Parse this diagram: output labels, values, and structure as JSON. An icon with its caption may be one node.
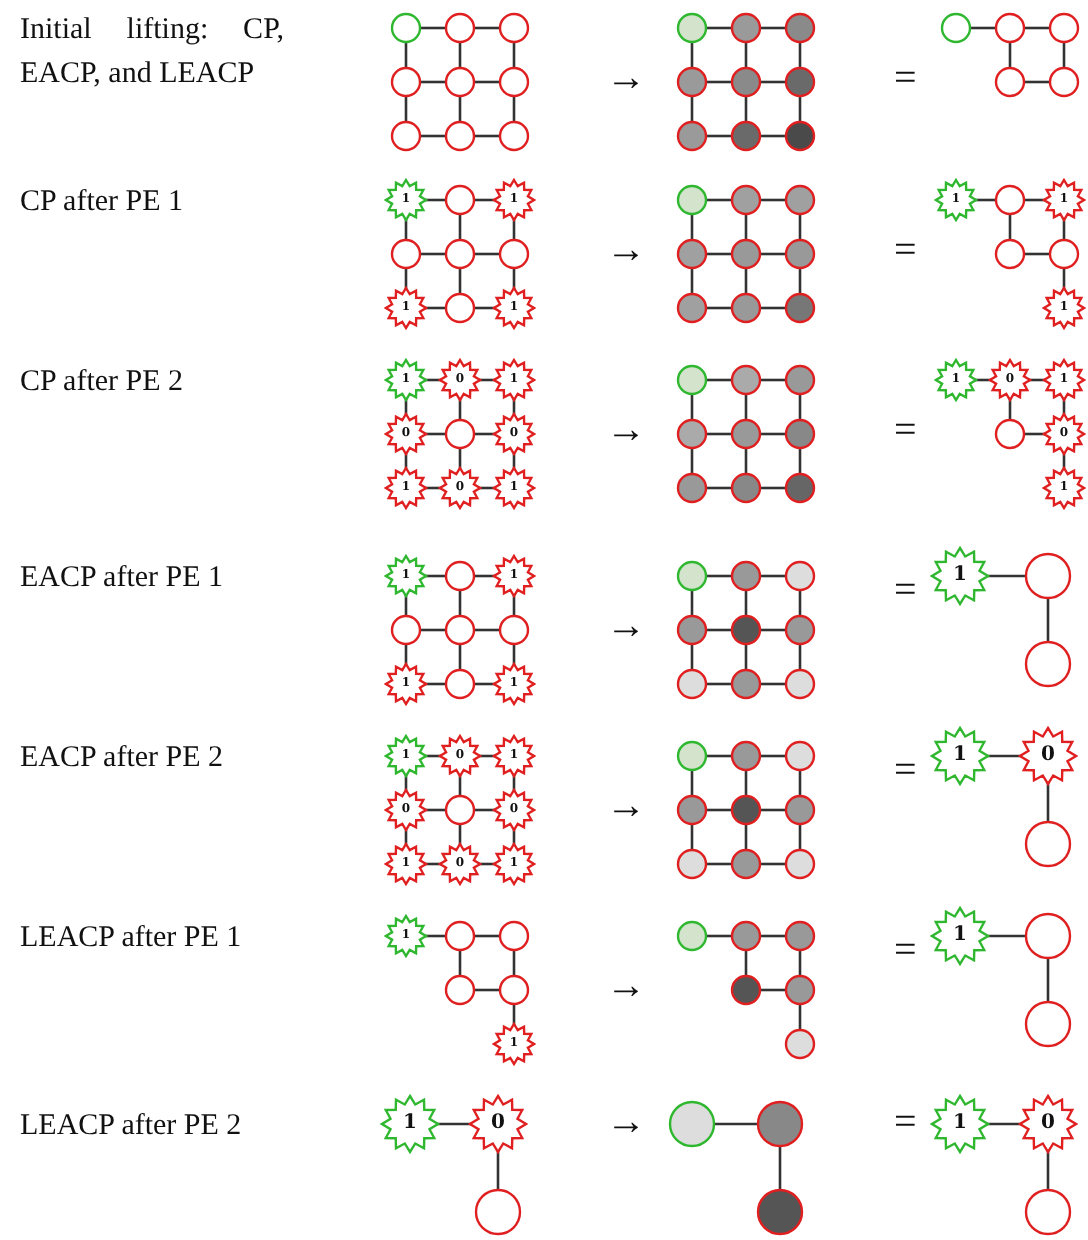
{
  "diagram": {
    "nodes": [
      {
        "text": [],
        "shape": "circle"
      },
      {
        "text": [],
        "shape": "circle"
      },
      {
        "text": [],
        "shape": "circle"
      },
      {
        "text": [],
        "shape": "circle"
      },
      {
        "text": [],
        "shape": "circle"
      },
      {
        "text": [],
        "shape": "circle"
      },
      {
        "text": [],
        "shape": "circle"
      },
      {
        "text": [],
        "shape": "circle"
      },
      {
        "text": [],
        "shape": "circle"
      },
      {
        "text": [],
        "shape": "circle"
      },
      {
        "text": [],
        "shape": "circle"
      },
      {
        "text": [],
        "shape": "circle"
      },
      {
        "text": [],
        "shape": "circle"
      },
      {
        "text": [],
        "shape": "circle"
      },
      {
        "text": [],
        "shape": "circle"
      },
      {
        "text": [],
        "shape": "circle"
      },
      {
        "text": [],
        "shape": "circle"
      },
      {
        "text": [],
        "shape": "circle"
      },
      {
        "text": [],
        "shape": "circle"
      },
      {
        "text": [],
        "shape": "circle"
      },
      {
        "text": [],
        "shape": "circle"
      },
      {
        "text": [],
        "shape": "circle"
      },
      {
        "text": [],
        "shape": "circle"
      },
      {
        "text": [
          "1"
        ]
      },
      {
        "text": [],
        "shape": "circle"
      },
      {
        "text": [
          "1"
        ]
      },
      {
        "text": [],
        "shape": "circle"
      },
      {
        "text": [],
        "shape": "circle"
      },
      {
        "text": [],
        "shape": "circle"
      },
      {
        "text": [
          "1"
        ]
      },
      {
        "text": [],
        "shape": "circle"
      },
      {
        "text": [
          "1"
        ]
      },
      {
        "text": [],
        "shape": "circle"
      },
      {
        "text": [],
        "shape": "circle"
      },
      {
        "text": [],
        "shape": "circle"
      },
      {
        "text": [],
        "shape": "circle"
      },
      {
        "text": [],
        "shape": "circle"
      },
      {
        "text": [],
        "shape": "circle"
      },
      {
        "text": [],
        "shape": "circle"
      },
      {
        "text": [],
        "shape": "circle"
      },
      {
        "text": [],
        "shape": "circle"
      },
      {
        "text": [
          "1"
        ]
      },
      {
        "text": [],
        "shape": "circle"
      },
      {
        "text": [
          "1"
        ]
      },
      {
        "text": [],
        "shape": "circle"
      },
      {
        "text": [],
        "shape": "circle"
      },
      {
        "text": [
          "1"
        ]
      },
      {
        "text": [
          "1"
        ]
      },
      {
        "text": [
          "0"
        ]
      },
      {
        "text": [
          "1"
        ]
      },
      {
        "text": [
          "0"
        ]
      },
      {
        "text": [],
        "shape": "circle"
      },
      {
        "text": [
          "0"
        ]
      },
      {
        "text": [
          "1"
        ]
      },
      {
        "text": [
          "0"
        ]
      },
      {
        "text": [
          "1"
        ]
      },
      {
        "text": [],
        "shape": "circle"
      },
      {
        "text": [],
        "shape": "circle"
      },
      {
        "text": [],
        "shape": "circle"
      },
      {
        "text": [],
        "shape": "circle"
      },
      {
        "text": [],
        "shape": "circle"
      },
      {
        "text": [],
        "shape": "circle"
      },
      {
        "text": [],
        "shape": "circle"
      },
      {
        "text": [],
        "shape": "circle"
      },
      {
        "text": [],
        "shape": "circle"
      },
      {
        "text": [
          "1"
        ]
      },
      {
        "text": [
          "0"
        ]
      },
      {
        "text": [
          "1"
        ]
      },
      {
        "text": [],
        "shape": "circle"
      },
      {
        "text": [
          "0"
        ]
      },
      {
        "text": [
          "1"
        ]
      },
      {
        "text": [
          "1"
        ]
      },
      {
        "text": [],
        "shape": "circle"
      },
      {
        "text": [
          "1"
        ]
      },
      {
        "text": [],
        "shape": "circle"
      },
      {
        "text": [],
        "shape": "circle"
      },
      {
        "text": [],
        "shape": "circle"
      },
      {
        "text": [
          "1"
        ]
      },
      {
        "text": [],
        "shape": "circle"
      },
      {
        "text": [
          "1"
        ]
      },
      {
        "text": [],
        "shape": "circle"
      },
      {
        "text": [],
        "shape": "circle"
      },
      {
        "text": [],
        "shape": "circle"
      },
      {
        "text": [],
        "shape": "circle"
      },
      {
        "text": [],
        "shape": "circle"
      },
      {
        "text": [],
        "shape": "circle"
      },
      {
        "text": [],
        "shape": "circle"
      },
      {
        "text": [],
        "shape": "circle"
      },
      {
        "text": [],
        "shape": "circle"
      },
      {
        "text": [
          "1"
        ]
      },
      {
        "text": [],
        "shape": "circle"
      },
      {
        "text": [],
        "shape": "circle"
      },
      {
        "text": [
          "1"
        ]
      },
      {
        "text": [
          "0"
        ]
      },
      {
        "text": [
          "1"
        ]
      },
      {
        "text": [
          "0"
        ]
      },
      {
        "text": [],
        "shape": "circle"
      },
      {
        "text": [
          "0"
        ]
      },
      {
        "text": [
          "1"
        ]
      },
      {
        "text": [
          "0"
        ]
      },
      {
        "text": [
          "1"
        ]
      },
      {
        "text": [],
        "shape": "circle"
      },
      {
        "text": [],
        "shape": "circle"
      },
      {
        "text": [],
        "shape": "circle"
      },
      {
        "text": [],
        "shape": "circle"
      },
      {
        "text": [],
        "shape": "circle"
      },
      {
        "text": [],
        "shape": "circle"
      },
      {
        "text": [],
        "shape": "circle"
      },
      {
        "text": [],
        "shape": "circle"
      },
      {
        "text": [],
        "shape": "circle"
      },
      {
        "text": [
          "1"
        ]
      },
      {
        "text": [
          "0"
        ]
      },
      {
        "text": [],
        "shape": "circle"
      },
      {
        "text": [
          "1"
        ]
      },
      {
        "text": [],
        "shape": "circle"
      },
      {
        "text": [],
        "shape": "circle"
      },
      {
        "text": [],
        "shape": "circle"
      },
      {
        "text": [],
        "shape": "circle"
      },
      {
        "text": [
          "1"
        ]
      },
      {
        "text": [],
        "shape": "circle"
      },
      {
        "text": [],
        "shape": "circle"
      },
      {
        "text": [],
        "shape": "circle"
      },
      {
        "text": [],
        "shape": "circle"
      },
      {
        "text": [],
        "shape": "circle"
      },
      {
        "text": [],
        "shape": "circle"
      },
      {
        "text": [
          "1"
        ]
      },
      {
        "text": [],
        "shape": "circle"
      },
      {
        "text": [],
        "shape": "circle"
      },
      {
        "text": [
          "1"
        ]
      },
      {
        "text": [
          "0"
        ]
      },
      {
        "text": [],
        "shape": "circle"
      },
      {
        "text": [],
        "shape": "circle"
      },
      {
        "text": [],
        "shape": "circle"
      },
      {
        "text": [],
        "shape": "circle"
      },
      {
        "text": [
          "1"
        ]
      },
      {
        "text": [
          "0"
        ]
      },
      {
        "text": [],
        "shape": "circle"
      }
    ],
    "edges": [
      {
        "from": 0,
        "to": 1,
        "arrow": "none"
      },
      {
        "from": 1,
        "to": 2,
        "arrow": "none"
      },
      {
        "from": 3,
        "to": 4,
        "arrow": "none"
      },
      {
        "from": 4,
        "to": 5,
        "arrow": "none"
      },
      {
        "from": 6,
        "to": 7,
        "arrow": "none"
      },
      {
        "from": 7,
        "to": 8,
        "arrow": "none"
      },
      {
        "from": 0,
        "to": 3,
        "arrow": "none"
      },
      {
        "from": 1,
        "to": 4,
        "arrow": "none"
      },
      {
        "from": 2,
        "to": 5,
        "arrow": "none"
      },
      {
        "from": 3,
        "to": 6,
        "arrow": "none"
      },
      {
        "from": 4,
        "to": 7,
        "arrow": "none"
      },
      {
        "from": 5,
        "to": 8,
        "arrow": "none"
      },
      {
        "from": 9,
        "to": 10,
        "arrow": "none"
      },
      {
        "from": 10,
        "to": 11,
        "arrow": "none"
      },
      {
        "from": 12,
        "to": 13,
        "arrow": "none"
      },
      {
        "from": 13,
        "to": 14,
        "arrow": "none"
      },
      {
        "from": 15,
        "to": 16,
        "arrow": "none"
      },
      {
        "from": 16,
        "to": 17,
        "arrow": "none"
      },
      {
        "from": 9,
        "to": 12,
        "arrow": "none"
      },
      {
        "from": 10,
        "to": 13,
        "arrow": "none"
      },
      {
        "from": 11,
        "to": 14,
        "arrow": "none"
      },
      {
        "from": 12,
        "to": 15,
        "arrow": "none"
      },
      {
        "from": 13,
        "to": 16,
        "arrow": "none"
      },
      {
        "from": 14,
        "to": 17,
        "arrow": "none"
      },
      {
        "from": 18,
        "to": 19,
        "arrow": "none"
      },
      {
        "from": 19,
        "to": 20,
        "arrow": "none"
      },
      {
        "from": 19,
        "to": 21,
        "arrow": "none"
      },
      {
        "from": 20,
        "to": 22,
        "arrow": "none"
      },
      {
        "from": 21,
        "to": 22,
        "arrow": "none"
      },
      {
        "from": 23,
        "to": 24,
        "arrow": "none"
      },
      {
        "from": 24,
        "to": 25,
        "arrow": "none"
      },
      {
        "from": 26,
        "to": 27,
        "arrow": "none"
      },
      {
        "from": 27,
        "to": 28,
        "arrow": "none"
      },
      {
        "from": 29,
        "to": 30,
        "arrow": "none"
      },
      {
        "from": 30,
        "to": 31,
        "arrow": "none"
      },
      {
        "from": 23,
        "to": 26,
        "arrow": "none"
      },
      {
        "from": 24,
        "to": 27,
        "arrow": "none"
      },
      {
        "from": 25,
        "to": 28,
        "arrow": "none"
      },
      {
        "from": 26,
        "to": 29,
        "arrow": "none"
      },
      {
        "from": 27,
        "to": 30,
        "arrow": "none"
      },
      {
        "from": 28,
        "to": 31,
        "arrow": "none"
      },
      {
        "from": 32,
        "to": 33,
        "arrow": "none"
      },
      {
        "from": 33,
        "to": 34,
        "arrow": "none"
      },
      {
        "from": 35,
        "to": 36,
        "arrow": "none"
      },
      {
        "from": 36,
        "to": 37,
        "arrow": "none"
      },
      {
        "from": 38,
        "to": 39,
        "arrow": "none"
      },
      {
        "from": 39,
        "to": 40,
        "arrow": "none"
      },
      {
        "from": 32,
        "to": 35,
        "arrow": "none"
      },
      {
        "from": 33,
        "to": 36,
        "arrow": "none"
      },
      {
        "from": 34,
        "to": 37,
        "arrow": "none"
      },
      {
        "from": 35,
        "to": 38,
        "arrow": "none"
      },
      {
        "from": 36,
        "to": 39,
        "arrow": "none"
      },
      {
        "from": 37,
        "to": 40,
        "arrow": "none"
      },
      {
        "from": 41,
        "to": 42,
        "arrow": "none"
      },
      {
        "from": 42,
        "to": 43,
        "arrow": "none"
      },
      {
        "from": 42,
        "to": 44,
        "arrow": "none"
      },
      {
        "from": 43,
        "to": 45,
        "arrow": "none"
      },
      {
        "from": 44,
        "to": 45,
        "arrow": "none"
      },
      {
        "from": 45,
        "to": 46,
        "arrow": "none"
      },
      {
        "from": 47,
        "to": 48,
        "arrow": "none"
      },
      {
        "from": 48,
        "to": 49,
        "arrow": "none"
      },
      {
        "from": 50,
        "to": 51,
        "arrow": "none"
      },
      {
        "from": 51,
        "to": 52,
        "arrow": "none"
      },
      {
        "from": 53,
        "to": 54,
        "arrow": "none"
      },
      {
        "from": 54,
        "to": 55,
        "arrow": "none"
      },
      {
        "from": 47,
        "to": 50,
        "arrow": "none"
      },
      {
        "from": 48,
        "to": 51,
        "arrow": "none"
      },
      {
        "from": 49,
        "to": 52,
        "arrow": "none"
      },
      {
        "from": 50,
        "to": 53,
        "arrow": "none"
      },
      {
        "from": 51,
        "to": 54,
        "arrow": "none"
      },
      {
        "from": 52,
        "to": 55,
        "arrow": "none"
      },
      {
        "from": 56,
        "to": 57,
        "arrow": "none"
      },
      {
        "from": 57,
        "to": 58,
        "arrow": "none"
      },
      {
        "from": 59,
        "to": 60,
        "arrow": "none"
      },
      {
        "from": 60,
        "to": 61,
        "arrow": "none"
      },
      {
        "from": 62,
        "to": 63,
        "arrow": "none"
      },
      {
        "from": 63,
        "to": 64,
        "arrow": "none"
      },
      {
        "from": 56,
        "to": 59,
        "arrow": "none"
      },
      {
        "from": 57,
        "to": 60,
        "arrow": "none"
      },
      {
        "from": 58,
        "to": 61,
        "arrow": "none"
      },
      {
        "from": 59,
        "to": 62,
        "arrow": "none"
      },
      {
        "from": 60,
        "to": 63,
        "arrow": "none"
      },
      {
        "from": 61,
        "to": 64,
        "arrow": "none"
      },
      {
        "from": 65,
        "to": 66,
        "arrow": "none"
      },
      {
        "from": 66,
        "to": 67,
        "arrow": "none"
      },
      {
        "from": 66,
        "to": 68,
        "arrow": "none"
      },
      {
        "from": 67,
        "to": 69,
        "arrow": "none"
      },
      {
        "from": 68,
        "to": 69,
        "arrow": "none"
      },
      {
        "from": 69,
        "to": 70,
        "arrow": "none"
      },
      {
        "from": 71,
        "to": 72,
        "arrow": "none"
      },
      {
        "from": 72,
        "to": 73,
        "arrow": "none"
      },
      {
        "from": 74,
        "to": 75,
        "arrow": "none"
      },
      {
        "from": 75,
        "to": 76,
        "arrow": "none"
      },
      {
        "from": 77,
        "to": 78,
        "arrow": "none"
      },
      {
        "from": 78,
        "to": 79,
        "arrow": "none"
      },
      {
        "from": 71,
        "to": 74,
        "arrow": "none"
      },
      {
        "from": 72,
        "to": 75,
        "arrow": "none"
      },
      {
        "from": 73,
        "to": 76,
        "arrow": "none"
      },
      {
        "from": 74,
        "to": 77,
        "arrow": "none"
      },
      {
        "from": 75,
        "to": 78,
        "arrow": "none"
      },
      {
        "from": 76,
        "to": 79,
        "arrow": "none"
      },
      {
        "from": 80,
        "to": 81,
        "arrow": "none"
      },
      {
        "from": 81,
        "to": 82,
        "arrow": "none"
      },
      {
        "from": 83,
        "to": 84,
        "arrow": "none"
      },
      {
        "from": 84,
        "to": 85,
        "arrow": "none"
      },
      {
        "from": 86,
        "to": 87,
        "arrow": "none"
      },
      {
        "from": 87,
        "to": 88,
        "arrow": "none"
      },
      {
        "from": 80,
        "to": 83,
        "arrow": "none"
      },
      {
        "from": 81,
        "to": 84,
        "arrow": "none"
      },
      {
        "from": 82,
        "to": 85,
        "arrow": "none"
      },
      {
        "from": 83,
        "to": 86,
        "arrow": "none"
      },
      {
        "from": 84,
        "to": 87,
        "arrow": "none"
      },
      {
        "from": 85,
        "to": 88,
        "arrow": "none"
      },
      {
        "from": 89,
        "to": 90,
        "arrow": "none"
      },
      {
        "from": 90,
        "to": 91,
        "arrow": "none"
      },
      {
        "from": 92,
        "to": 93,
        "arrow": "none"
      },
      {
        "from": 93,
        "to": 94,
        "arrow": "none"
      },
      {
        "from": 95,
        "to": 96,
        "arrow": "none"
      },
      {
        "from": 96,
        "to": 97,
        "arrow": "none"
      },
      {
        "from": 98,
        "to": 99,
        "arrow": "none"
      },
      {
        "from": 99,
        "to": 100,
        "arrow": "none"
      },
      {
        "from": 92,
        "to": 95,
        "arrow": "none"
      },
      {
        "from": 93,
        "to": 96,
        "arrow": "none"
      },
      {
        "from": 94,
        "to": 97,
        "arrow": "none"
      },
      {
        "from": 95,
        "to": 98,
        "arrow": "none"
      },
      {
        "from": 96,
        "to": 99,
        "arrow": "none"
      },
      {
        "from": 97,
        "to": 100,
        "arrow": "none"
      },
      {
        "from": 101,
        "to": 102,
        "arrow": "none"
      },
      {
        "from": 102,
        "to": 103,
        "arrow": "none"
      },
      {
        "from": 104,
        "to": 105,
        "arrow": "none"
      },
      {
        "from": 105,
        "to": 106,
        "arrow": "none"
      },
      {
        "from": 107,
        "to": 108,
        "arrow": "none"
      },
      {
        "from": 108,
        "to": 109,
        "arrow": "none"
      },
      {
        "from": 101,
        "to": 104,
        "arrow": "none"
      },
      {
        "from": 102,
        "to": 105,
        "arrow": "none"
      },
      {
        "from": 103,
        "to": 106,
        "arrow": "none"
      },
      {
        "from": 104,
        "to": 107,
        "arrow": "none"
      },
      {
        "from": 105,
        "to": 108,
        "arrow": "none"
      },
      {
        "from": 106,
        "to": 109,
        "arrow": "none"
      },
      {
        "from": 110,
        "to": 111,
        "arrow": "none"
      },
      {
        "from": 111,
        "to": 112,
        "arrow": "none"
      },
      {
        "from": 113,
        "to": 114,
        "arrow": "none"
      },
      {
        "from": 114,
        "to": 115,
        "arrow": "none"
      },
      {
        "from": 114,
        "to": 116,
        "arrow": "none"
      },
      {
        "from": 115,
        "to": 117,
        "arrow": "none"
      },
      {
        "from": 116,
        "to": 117,
        "arrow": "none"
      },
      {
        "from": 117,
        "to": 118,
        "arrow": "none"
      },
      {
        "from": 119,
        "to": 120,
        "arrow": "none"
      },
      {
        "from": 120,
        "to": 121,
        "arrow": "none"
      },
      {
        "from": 120,
        "to": 122,
        "arrow": "none"
      },
      {
        "from": 121,
        "to": 123,
        "arrow": "none"
      },
      {
        "from": 122,
        "to": 123,
        "arrow": "none"
      },
      {
        "from": 123,
        "to": 124,
        "arrow": "none"
      },
      {
        "from": 125,
        "to": 126,
        "arrow": "none"
      },
      {
        "from": 126,
        "to": 127,
        "arrow": "none"
      },
      {
        "from": 128,
        "to": 129,
        "arrow": "none"
      },
      {
        "from": 129,
        "to": 130,
        "arrow": "none"
      },
      {
        "from": 131,
        "to": 132,
        "arrow": "none"
      },
      {
        "from": 132,
        "to": 133,
        "arrow": "none"
      },
      {
        "from": 134,
        "to": 135,
        "arrow": "none"
      },
      {
        "from": 135,
        "to": 136,
        "arrow": "none"
      }
    ],
    "labels": [
      "Initial lifting: CP, EACP, and LEACP",
      "→",
      "=",
      "CP after PE 1",
      "→",
      "=",
      "CP after PE 2",
      "→",
      "=",
      "EACP after PE 1",
      "→",
      "=",
      "EACP after PE 2",
      "→",
      "=",
      "LEACP after PE 1",
      "→",
      "=",
      "LEACP after PE 2",
      "→",
      "="
    ]
  }
}
